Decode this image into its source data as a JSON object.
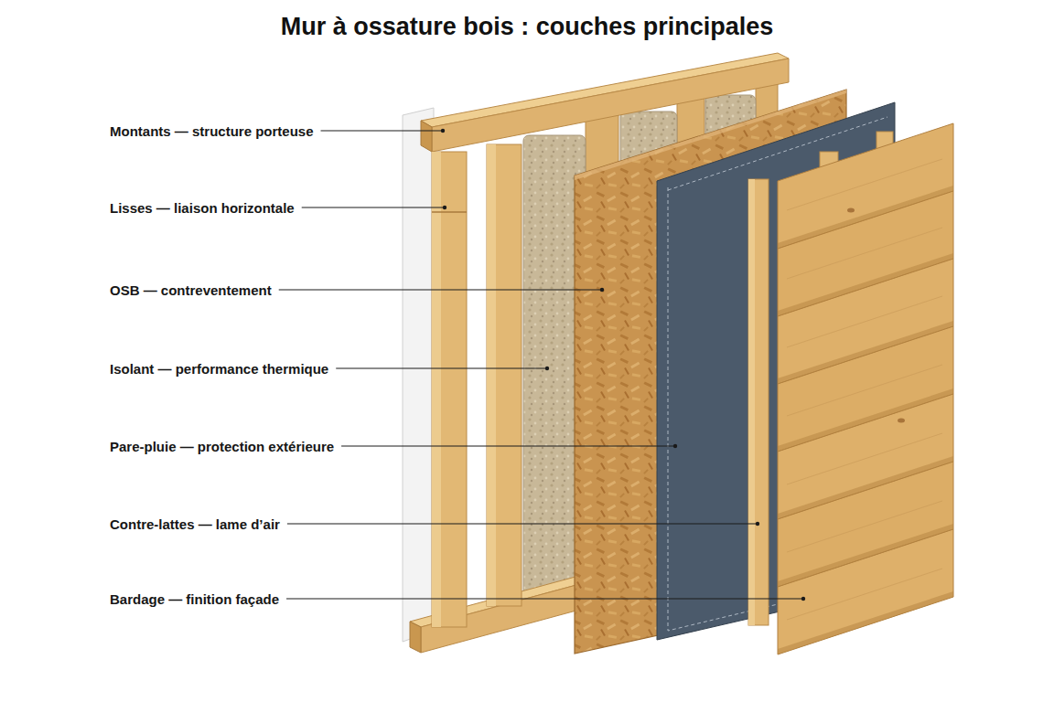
{
  "diagram": {
    "title": "Mur à ossature bois : couches principales",
    "labels": [
      "Montants — structure porteuse",
      "Lisses — liaison horizontale",
      "OSB — contreventement",
      "Isolant — performance thermique",
      "Pare-pluie — protection extérieure",
      "Contre-lattes — lame d’air",
      "Bardage — finition façade"
    ]
  }
}
